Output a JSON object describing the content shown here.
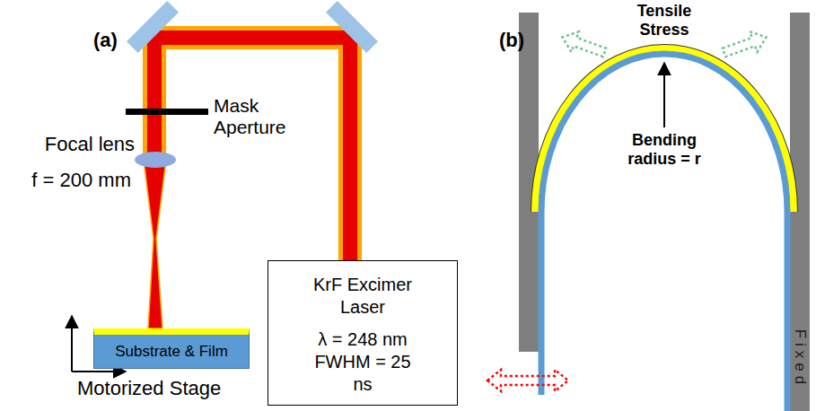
{
  "diagram": {
    "nodes": [
      {
        "text": [
          "KrF Excimer Laser",
          "λ = 248 nm FWHM = 25 ns"
        ]
      },
      {
        "text": [
          "Substrate & Film"
        ]
      }
    ],
    "labels": [
      "(a)",
      "(b)",
      "Mask Aperture",
      "Focal lens",
      "f = 200 mm",
      "Motorized Stage",
      "Tensile Stress",
      "Bending radius = r",
      "Fixed"
    ]
  }
}
